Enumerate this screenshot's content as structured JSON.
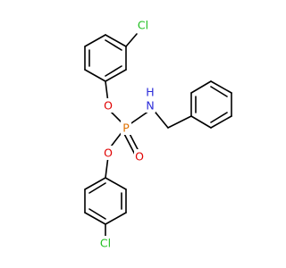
{
  "molecule": {
    "colors": {
      "bond": "#000000",
      "Cl": "#1fbf1f",
      "O": "#e00000",
      "N": "#2b2bd9",
      "P": "#e07000"
    },
    "atoms": [
      {
        "id": "cl_top",
        "label": "Cl",
        "element": "Cl"
      },
      {
        "id": "o_upper",
        "label": "O",
        "element": "O"
      },
      {
        "id": "n_amine",
        "label": "N",
        "element": "N"
      },
      {
        "id": "h_amine",
        "label": "H",
        "element": "N"
      },
      {
        "id": "p_center",
        "label": "P",
        "element": "P"
      },
      {
        "id": "o_double",
        "label": "O",
        "element": "O"
      },
      {
        "id": "o_lower",
        "label": "O",
        "element": "O"
      },
      {
        "id": "cl_bottom",
        "label": "Cl",
        "element": "Cl"
      }
    ]
  }
}
